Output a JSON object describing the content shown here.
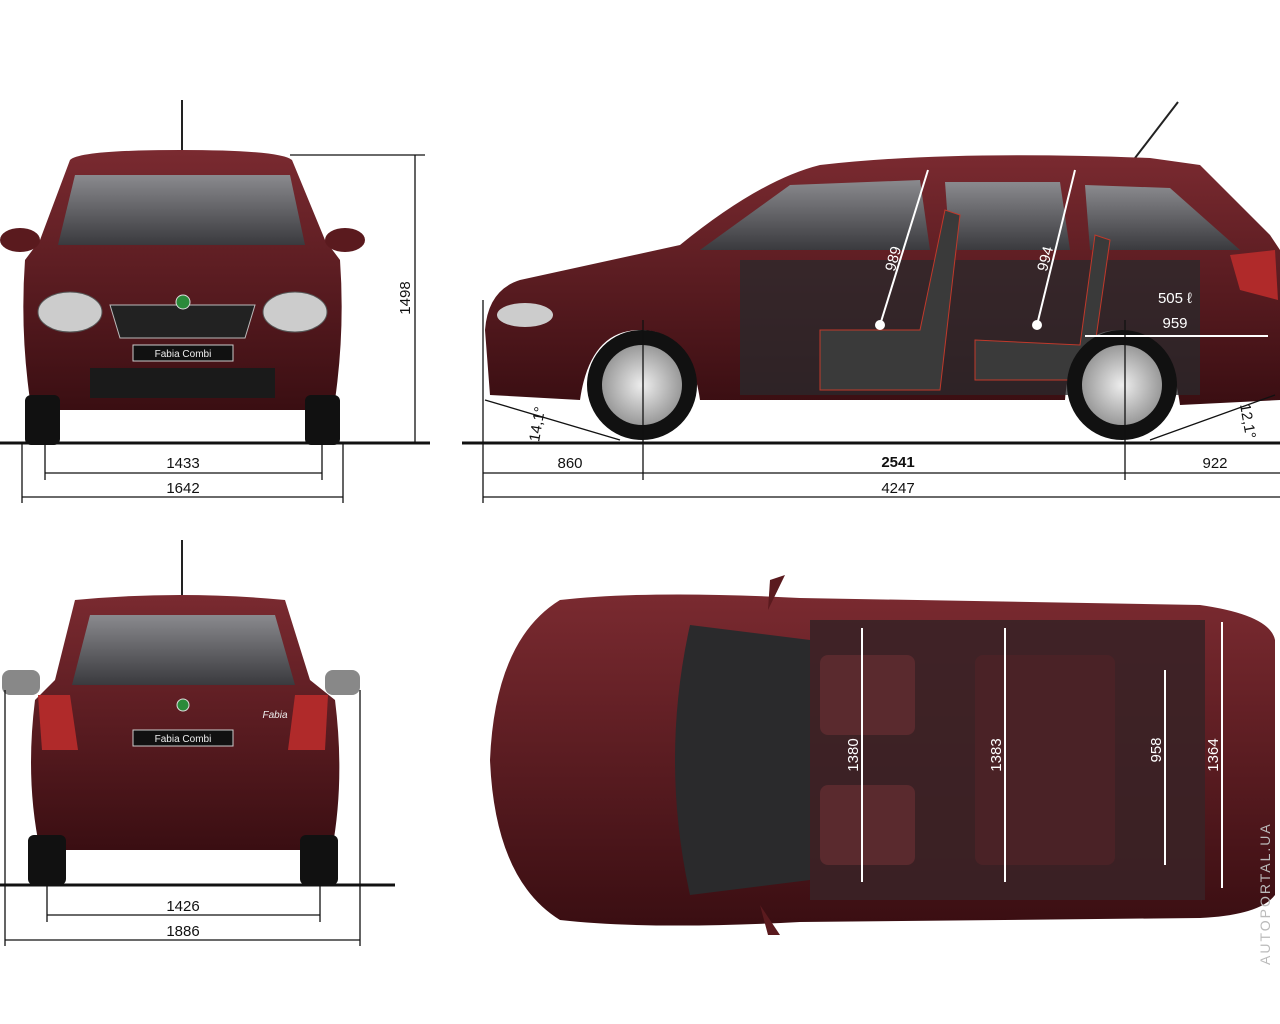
{
  "front_view": {
    "plate_text": "Fabia Combi",
    "height": "1498",
    "track": "1433",
    "width": "1642"
  },
  "side_view": {
    "front_overhang": "860",
    "wheelbase": "2541",
    "rear_overhang": "922",
    "length": "4247",
    "front_headroom": "989",
    "rear_headroom": "994",
    "luggage_volume": "505 ℓ",
    "luggage_length": "959",
    "approach_angle": "14,1°",
    "departure_angle": "12,1°"
  },
  "rear_view": {
    "plate_text": "Fabia Combi",
    "badge_text": "Fabia",
    "track": "1426",
    "width_with_mirrors": "1886"
  },
  "top_view": {
    "front_interior_width": "1380",
    "rear_interior_width": "1383",
    "wheel_arch_width": "958",
    "boot_width": "1364"
  },
  "watermark": "AUTOPORTAL.UA",
  "colors": {
    "body": "#5a1a1e",
    "body_dark": "#3a0e12",
    "glass": "#2a2a2c"
  }
}
